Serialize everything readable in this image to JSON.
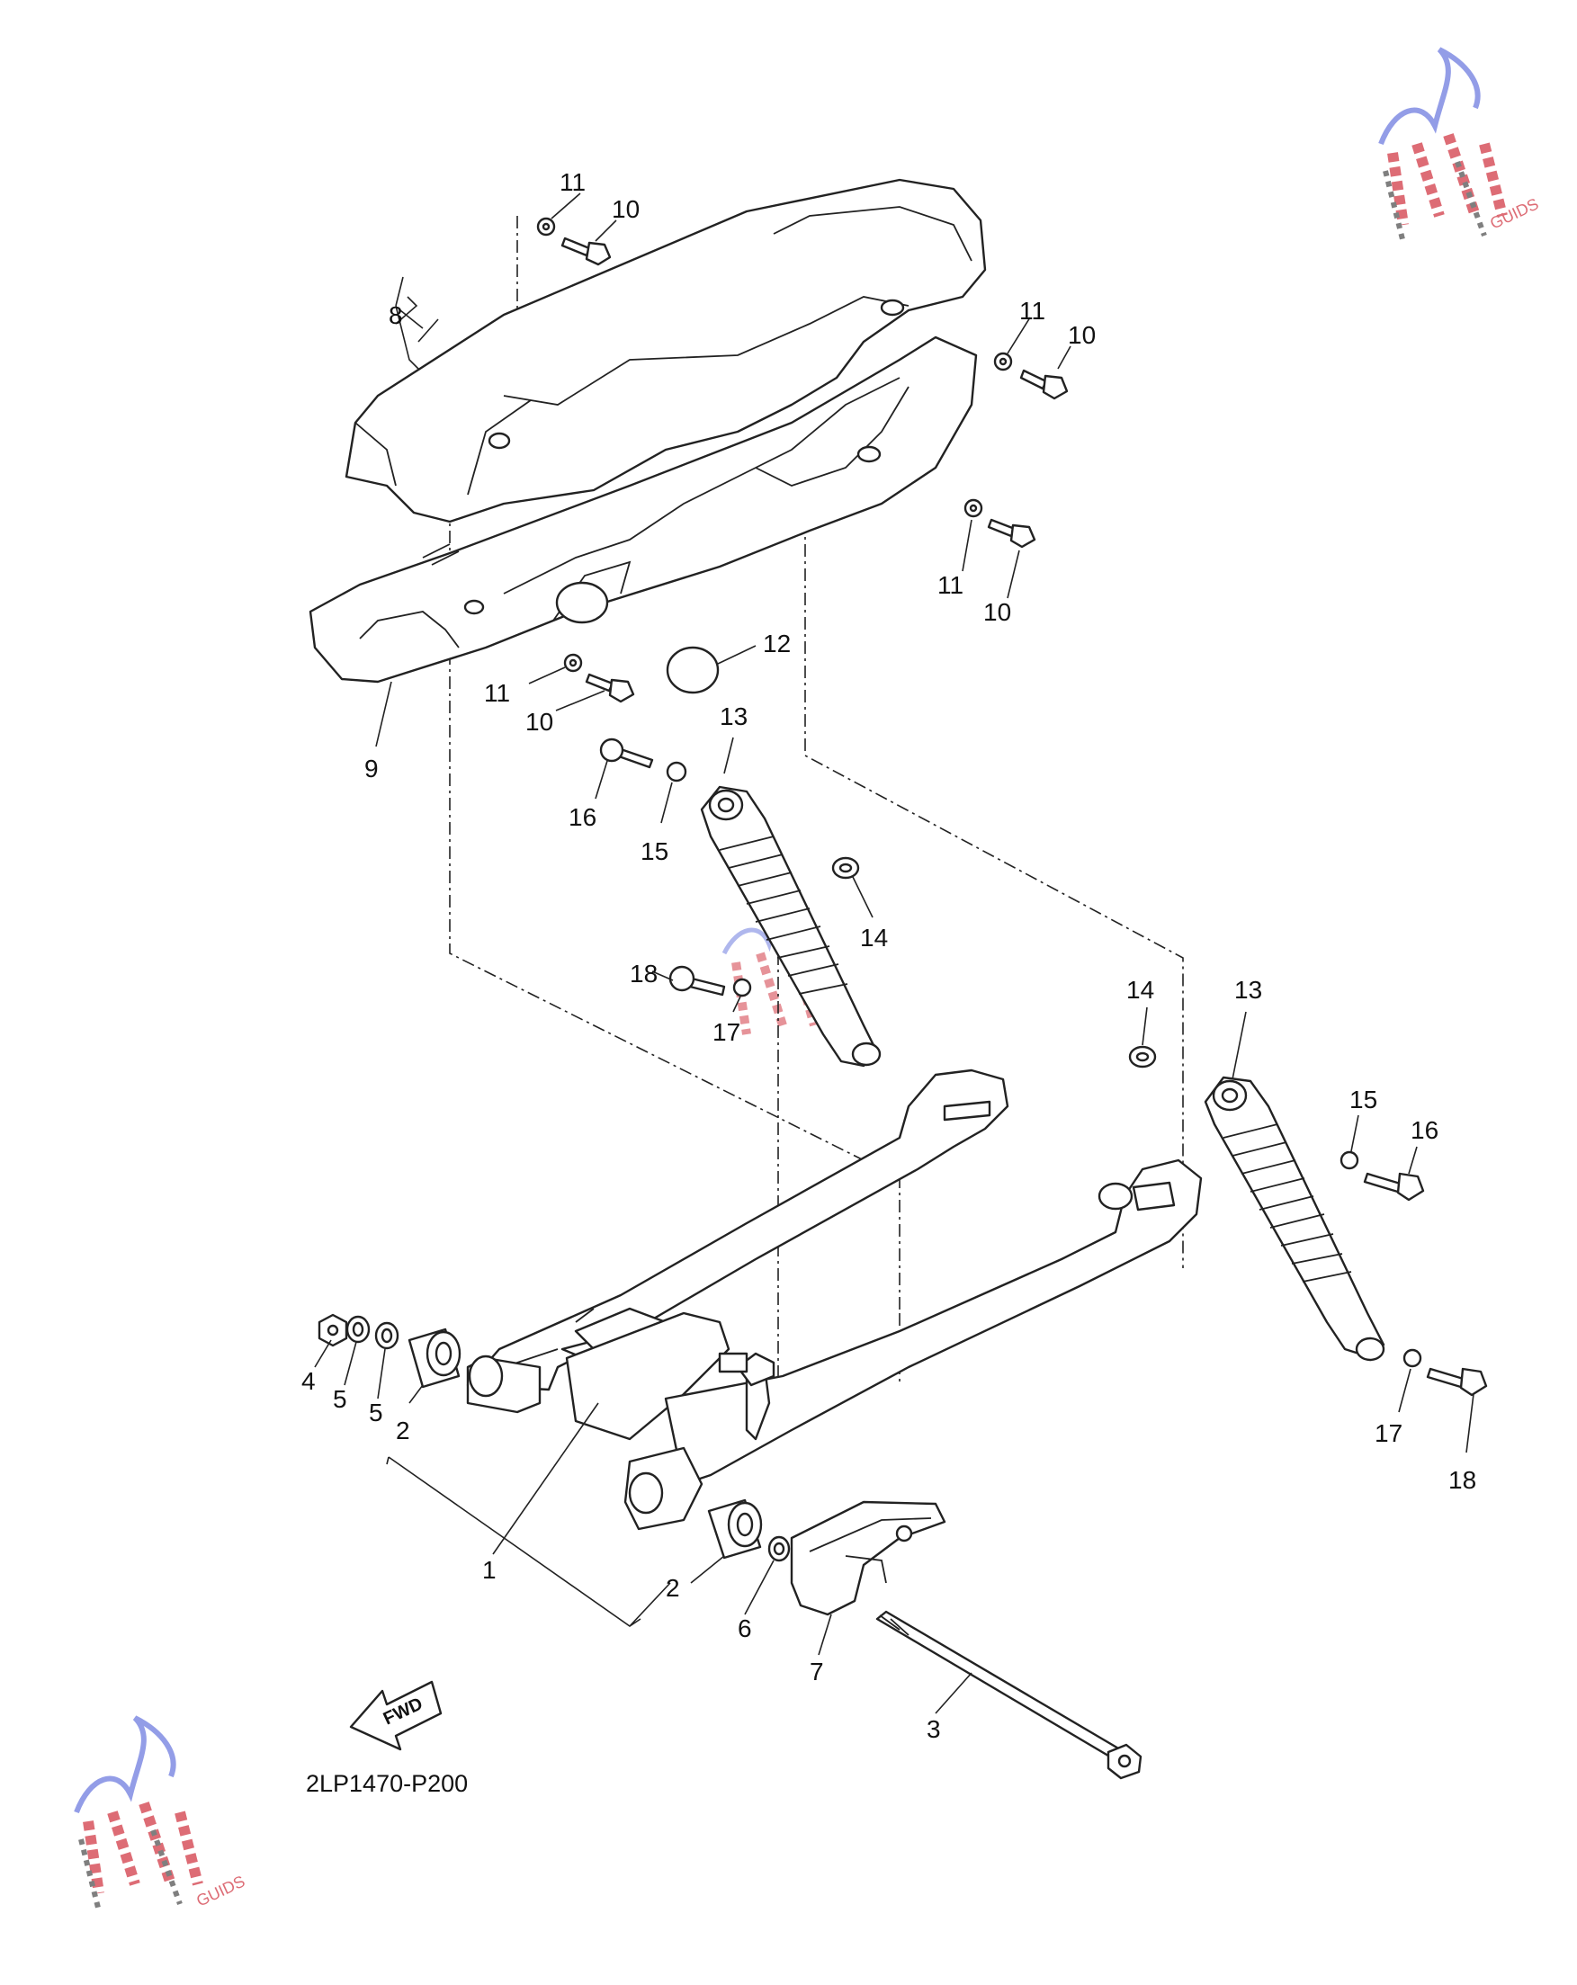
{
  "diagram": {
    "part_code": "2LP1470-P200",
    "fwd_label": "FWD",
    "watermark_text": "GUIDS",
    "callouts": [
      {
        "id": "c11a",
        "num": "11"
      },
      {
        "id": "c10a",
        "num": "10"
      },
      {
        "id": "c8",
        "num": "8"
      },
      {
        "id": "c11b",
        "num": "11"
      },
      {
        "id": "c10b",
        "num": "10"
      },
      {
        "id": "c11c",
        "num": "11"
      },
      {
        "id": "c10c",
        "num": "10"
      },
      {
        "id": "c12",
        "num": "12"
      },
      {
        "id": "c11d",
        "num": "11"
      },
      {
        "id": "c10d",
        "num": "10"
      },
      {
        "id": "c9",
        "num": "9"
      },
      {
        "id": "c13a",
        "num": "13"
      },
      {
        "id": "c16a",
        "num": "16"
      },
      {
        "id": "c15a",
        "num": "15"
      },
      {
        "id": "c14a",
        "num": "14"
      },
      {
        "id": "c18a",
        "num": "18"
      },
      {
        "id": "c17a",
        "num": "17"
      },
      {
        "id": "c14b",
        "num": "14"
      },
      {
        "id": "c13b",
        "num": "13"
      },
      {
        "id": "c15b",
        "num": "15"
      },
      {
        "id": "c16b",
        "num": "16"
      },
      {
        "id": "c17b",
        "num": "17"
      },
      {
        "id": "c18b",
        "num": "18"
      },
      {
        "id": "c4",
        "num": "4"
      },
      {
        "id": "c5a",
        "num": "5"
      },
      {
        "id": "c5b",
        "num": "5"
      },
      {
        "id": "c2a",
        "num": "2"
      },
      {
        "id": "c1",
        "num": "1"
      },
      {
        "id": "c2b",
        "num": "2"
      },
      {
        "id": "c6",
        "num": "6"
      },
      {
        "id": "c7",
        "num": "7"
      },
      {
        "id": "c3",
        "num": "3"
      }
    ]
  }
}
